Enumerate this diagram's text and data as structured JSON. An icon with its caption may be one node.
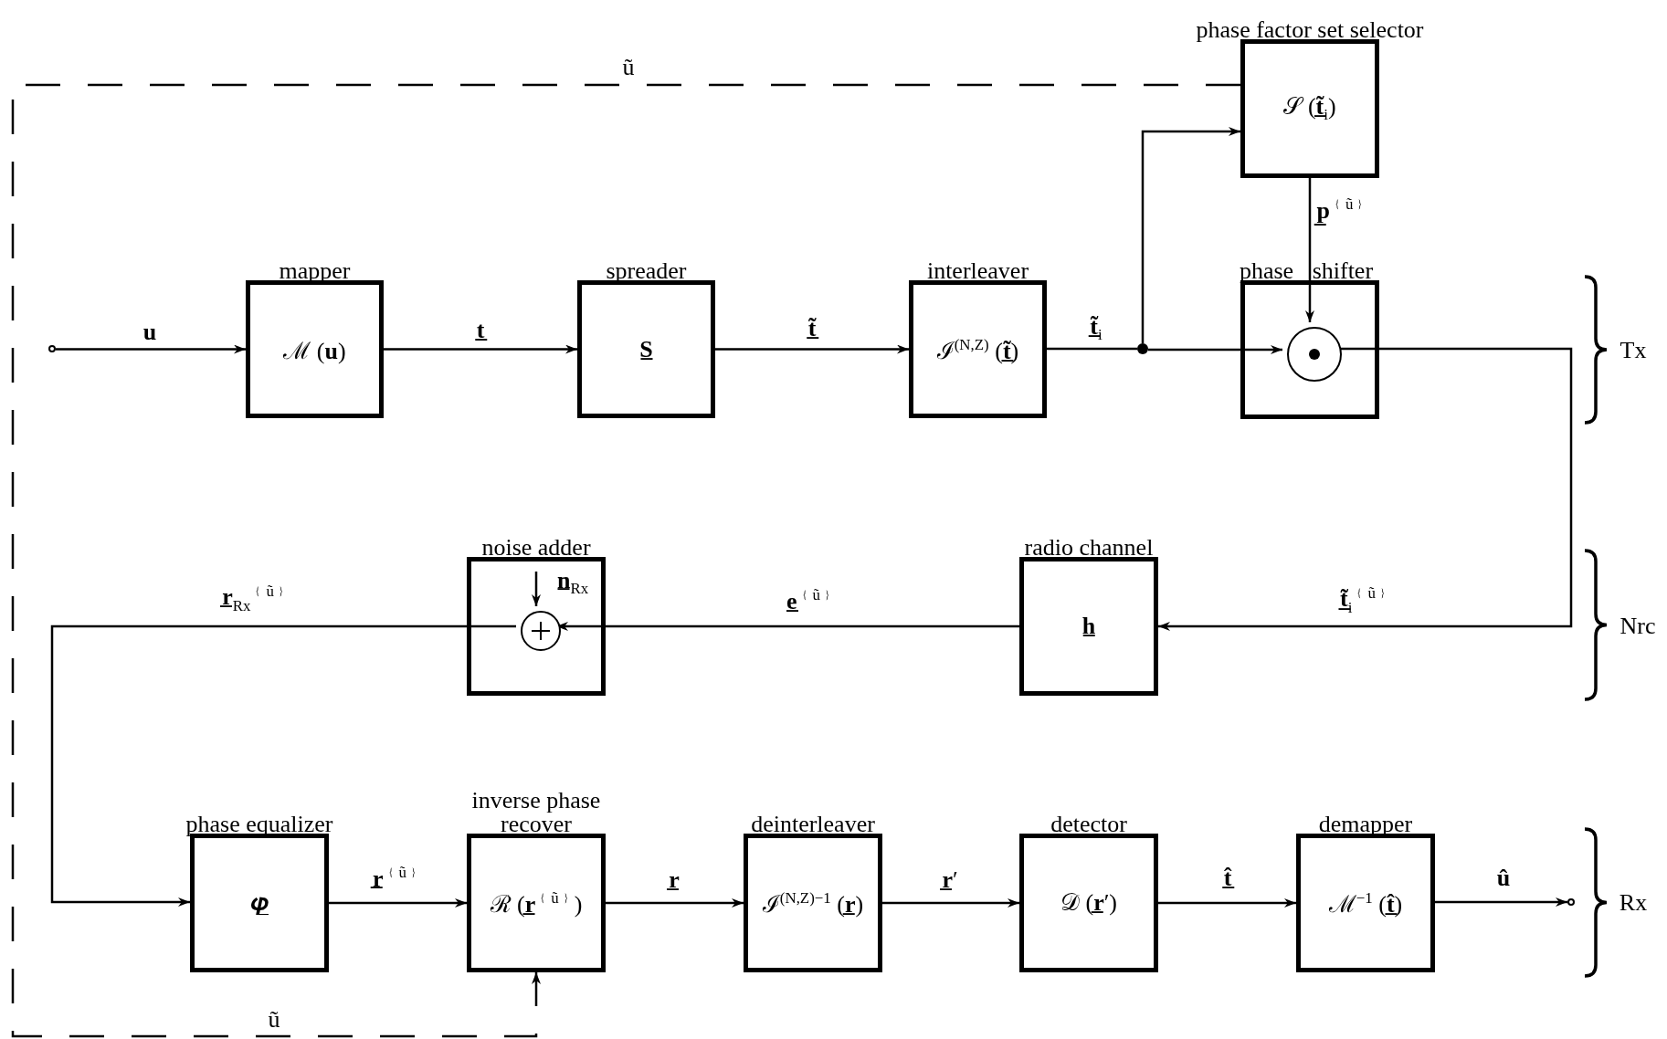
{
  "diagram": {
    "nodes": [
      {
        "text": [
          "phase factor set selector",
          "𝒮 (**t̲̃**$_{i}$)"
        ]
      },
      {
        "text": [],
        "shape": "circle"
      },
      {
        "text": [
          "mapper",
          "ℳ (**u**)"
        ]
      },
      {
        "text": [
          "spreader",
          "**S̲**"
        ]
      },
      {
        "text": [
          "interleaver",
          "ℐ$^{(N,Z)}$ (**t̲̃**)"
        ]
      },
      {
        "text": [],
        "shape": "circle"
      },
      {
        "text": [
          "phase shifter"
        ]
      },
      {
        "text": [],
        "shape": "circle",
        "in": 6
      },
      {
        "text": [
          "noise adder"
        ]
      },
      {
        "text": [],
        "shape": "circle",
        "in": 8
      },
      {
        "text": [
          "radio channel",
          "**h̲**"
        ]
      },
      {
        "text": [
          "phase equalizer",
          "𝝋̲"
        ]
      },
      {
        "text": [
          "inverse phase recover",
          "ℛ (**r̲**$^{﹛ũ﹜}$)"
        ]
      },
      {
        "text": [
          "deinterleaver",
          "ℐ$^{(N,Z)−1}$ (**r̲**)"
        ]
      },
      {
        "text": [
          "detector",
          "𝒟 (**r̲**′)"
        ]
      },
      {
        "text": [
          "demapper",
          "ℳ$^{−1}$ (**t̲̂**)"
        ]
      },
      {
        "text": [],
        "shape": "circle"
      }
    ],
    "edges": [
      {
        "from": 1,
        "to": 2,
        "arrow": "to",
        "label": "**u**"
      },
      {
        "from": 2,
        "to": 3,
        "arrow": "to",
        "label": "**t̲**"
      },
      {
        "from": 3,
        "to": 4,
        "arrow": "to",
        "label": "**t̲̃**"
      },
      {
        "from": 4,
        "to": 5,
        "arrow": "none",
        "label": "**t̲̃**$_{i}$"
      },
      {
        "from": 5,
        "to": 0,
        "arrow": "to"
      },
      {
        "from": 5,
        "to": 7,
        "arrow": "to"
      },
      {
        "from": 0,
        "to": 7,
        "arrow": "to",
        "label": "**p̲**$^{﹛ũ﹜}$"
      },
      {
        "from": 7,
        "to": 10,
        "arrow": "to",
        "label": "**t̲̃**$_{i}$$^{﹛ũ﹜}$"
      },
      {
        "from": 10,
        "to": 9,
        "arrow": "to",
        "label": "**e̲**$^{﹛ũ﹜}$"
      },
      {
        "from": null,
        "to": 9,
        "arrow": "to",
        "label": "**n̲**$_{Rx}$"
      },
      {
        "from": 9,
        "to": 11,
        "arrow": "to",
        "label": "**r̲**$_{Rx}$$^{﹛ũ﹜}$"
      },
      {
        "from": 11,
        "to": 12,
        "arrow": "to",
        "label": "**r̲**$^{﹛ũ﹜}$"
      },
      {
        "from": 12,
        "to": 13,
        "arrow": "to",
        "label": "**r̲**"
      },
      {
        "from": 13,
        "to": 14,
        "arrow": "to",
        "label": "**r̲**′"
      },
      {
        "from": 14,
        "to": 15,
        "arrow": "to",
        "label": "**t̲̂**"
      },
      {
        "from": 15,
        "to": 16,
        "arrow": "to",
        "label": "**û**"
      },
      {
        "from": 0,
        "to": 12,
        "arrow": "to",
        "style": "dashed",
        "label": "ũ"
      }
    ],
    "labels": [
      "ũ",
      "Tx",
      "Nrc",
      "Rx"
    ]
  }
}
